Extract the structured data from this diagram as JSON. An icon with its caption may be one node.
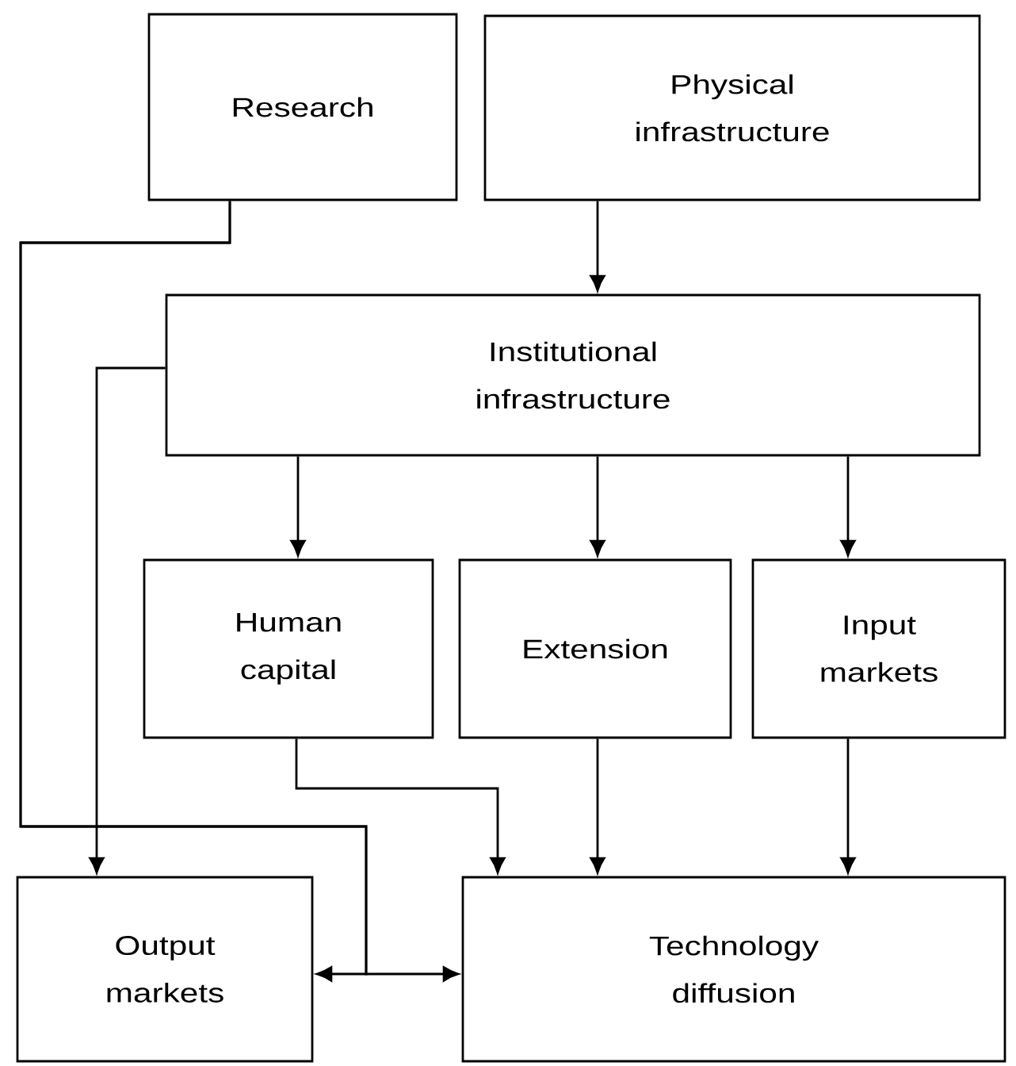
{
  "diagram": {
    "nodes": [
      {
        "text": [
          "Research"
        ]
      },
      {
        "text": [
          "Physical infrastructure"
        ]
      },
      {
        "text": [
          "Institutional infrastructure"
        ]
      },
      {
        "text": [
          "Human capital"
        ]
      },
      {
        "text": [
          "Extension"
        ]
      },
      {
        "text": [
          "Input markets"
        ]
      },
      {
        "text": [
          "Output markets"
        ]
      },
      {
        "text": [
          "Technology diffusion"
        ]
      }
    ],
    "edges": [
      {
        "from": 0,
        "to": 6,
        "arrow": "to"
      },
      {
        "from": 0,
        "to": 7,
        "arrow": "to"
      },
      {
        "from": 1,
        "to": 2,
        "arrow": "to"
      },
      {
        "from": 2,
        "to": 6,
        "arrow": "to"
      },
      {
        "from": 2,
        "to": 3,
        "arrow": "to"
      },
      {
        "from": 2,
        "to": 4,
        "arrow": "to"
      },
      {
        "from": 2,
        "to": 5,
        "arrow": "to"
      },
      {
        "from": 3,
        "to": 7,
        "arrow": "to"
      },
      {
        "from": 4,
        "to": 7,
        "arrow": "to"
      },
      {
        "from": 5,
        "to": 7,
        "arrow": "to"
      }
    ]
  }
}
